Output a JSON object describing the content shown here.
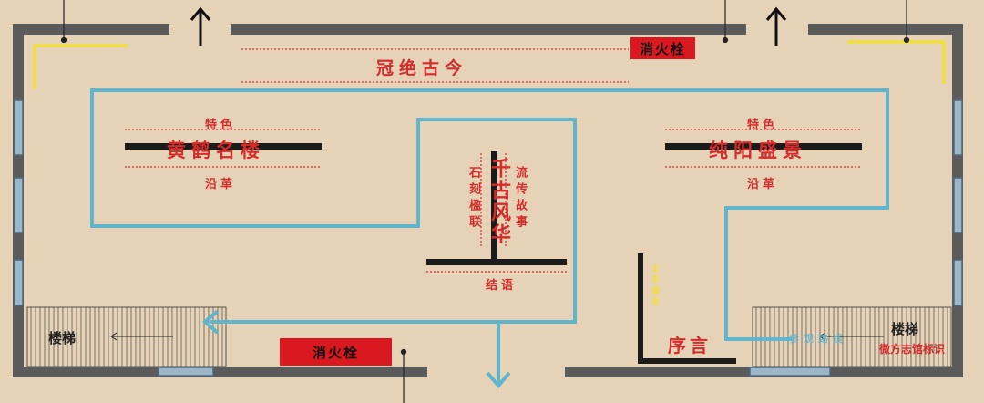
{
  "hall_title": "冠绝古今",
  "sections": {
    "left": {
      "top": "特色",
      "main": "黄鹤名楼",
      "bottom": "沿革"
    },
    "right": {
      "top": "特色",
      "main": "纯阳盛景",
      "bottom": "沿革"
    },
    "center": {
      "left_side": "石刻楹联",
      "main": "千古风华",
      "right_side": "流传故事",
      "bottom": "结语"
    }
  },
  "preface": "序言",
  "hydrants": {
    "top_right": "消火栓",
    "bottom_left": "消火栓"
  },
  "stairs": {
    "left": "楼梯",
    "right": "楼梯"
  },
  "entrance_hint": "参观路线",
  "vertical_note": "太平盛世",
  "watermark": "微方志馆标识",
  "colors": {
    "wall": "#595959",
    "path": "#5fb6cc",
    "text_red": "#d42b2b",
    "hydrant": "#d9181f",
    "yellow": "#f3e12c"
  }
}
